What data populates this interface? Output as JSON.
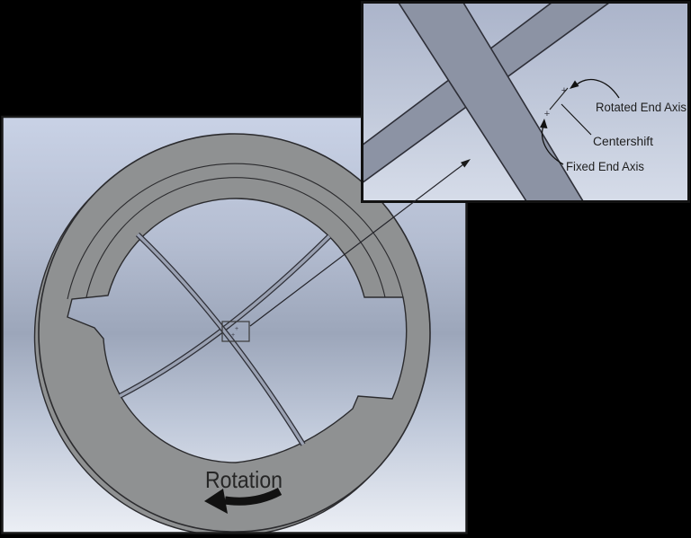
{
  "diagram": {
    "main_view": {
      "rotation_label": "Rotation",
      "center_marker_upper": "+",
      "center_marker_lower": "+"
    },
    "inset": {
      "label_rotated_end_axis": "Rotated End Axis",
      "label_centershift": "Centershift",
      "label_fixed_end_axis": "Fixed End Axis",
      "marker_rotated_end": "+",
      "marker_fixed_end": "+"
    },
    "colors": {
      "page_background": "#000000",
      "viewport_top": "#c9d2e6",
      "viewport_mid": "#9ca6ba",
      "viewport_bottom": "#eceff5",
      "ring_gray": "#8f9192",
      "inset_bar_gray": "#8c93a4",
      "strip_gray": "#9aa1b2",
      "outline_dark": "#2b2b2e",
      "annotation_black": "#111111"
    }
  }
}
